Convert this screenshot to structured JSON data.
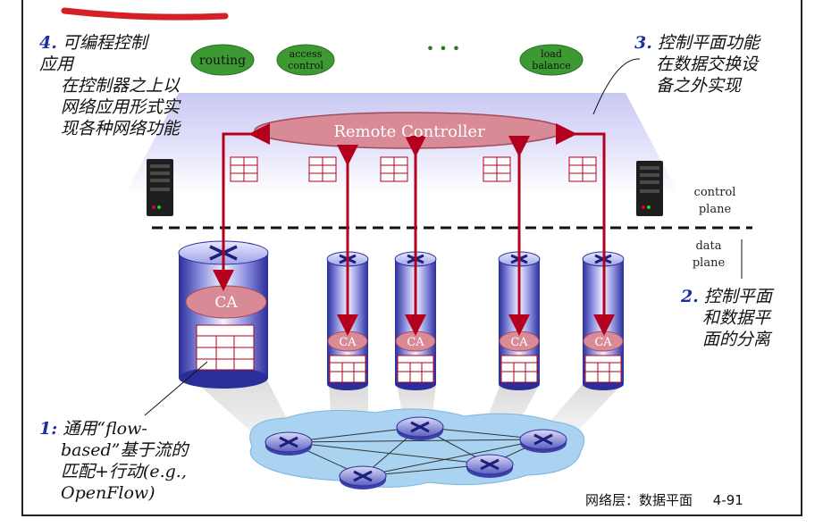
{
  "apps": {
    "routing": "routing",
    "access_line1": "access",
    "access_line2": "control",
    "ellipsis": "• • •",
    "load_line1": "load",
    "load_line2": "balance"
  },
  "controller": {
    "label": "Remote Controller"
  },
  "planes": {
    "control_line1": "control",
    "control_line2": "plane",
    "data_line1": "data",
    "data_line2": "plane"
  },
  "ca_label": "CA",
  "annotations": {
    "a4": {
      "num": "4.",
      "lines": [
        "可编程控制",
        "应用",
        "在控制器之上以",
        "网络应用形式实",
        "现各种网络功能"
      ]
    },
    "a3": {
      "num": "3.",
      "lines": [
        "控制平面功能",
        "在数据交换设",
        "备之外实现"
      ]
    },
    "a2": {
      "num": "2.",
      "lines": [
        "控制平面",
        "和数据平",
        "面的分离"
      ]
    },
    "a1": {
      "num": "1:",
      "lines": [
        "通用“flow-",
        "based”基于流的",
        "匹配+行动(e.g.,",
        "OpenFlow)"
      ]
    }
  },
  "footer": {
    "title": "网络层：数据平面",
    "page": "4-91"
  },
  "colors": {
    "accent_underline": "#d42027",
    "app_green": "#3d9a33",
    "controller_pink": "#d98a97",
    "arrow_red": "#b3001e",
    "control_band": "#d7d7f6",
    "cylinder_blue": "#3b3fb0",
    "network_cloud": "#a9d3f0",
    "annotation_number": "#1a2fa0"
  }
}
